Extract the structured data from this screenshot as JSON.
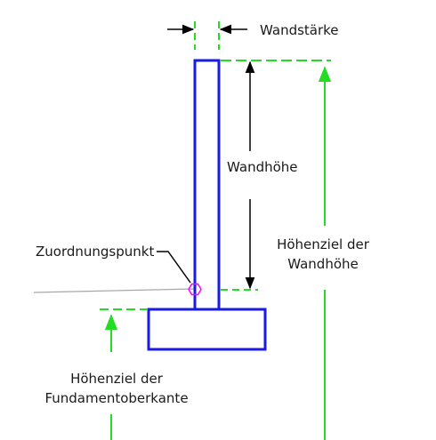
{
  "labels": {
    "wall_thickness": "Wandstärke",
    "wall_height": "Wandhöhe",
    "assignment_point": "Zuordnungspunkt",
    "height_target_wall_line1": "Höhenziel der",
    "height_target_wall_line2": "Wandhöhe",
    "height_target_foundation_line1": "Höhenziel der",
    "height_target_foundation_line2": "Fundamentoberkante"
  },
  "colors": {
    "structure": "#1a1ae6",
    "guide": "#22dd22",
    "annotation": "#000000",
    "ground_line": "#a8a8a8",
    "marker": "#ff00ff",
    "text": "#1a1a1a"
  }
}
